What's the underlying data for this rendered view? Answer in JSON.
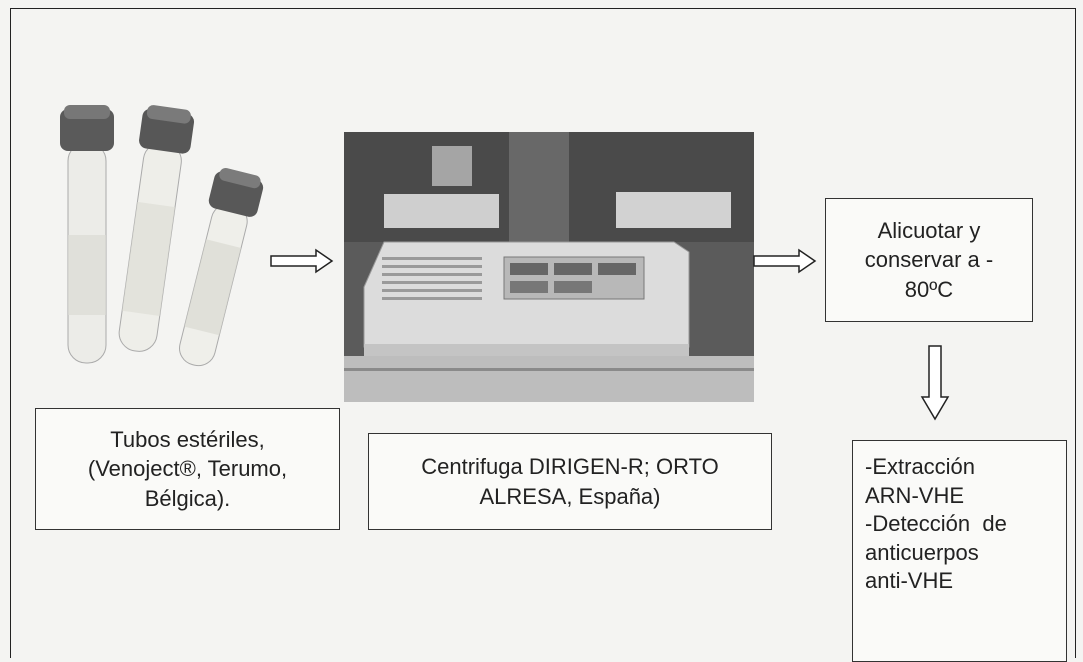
{
  "boxes": {
    "tubes": [
      "Tubos estériles,",
      "(Venoject®, Terumo,",
      "Bélgica)."
    ],
    "centrifuge": [
      "Centrifuga DIRIGEN-R; ORTO",
      "ALRESA, España)"
    ],
    "aliquot": [
      "Alicuotar y",
      "conservar a -",
      "80ºC"
    ],
    "extraction": [
      "-Extracción",
      "ARN-VHE",
      "-Detección  de",
      "anticuerpos",
      "anti-VHE"
    ]
  },
  "icons": {
    "tubes_photo": "blood-collection-tubes-photo",
    "centrifuge_photo": "laboratory-centrifuge-photo",
    "arrow": "hollow-arrow-icon"
  }
}
